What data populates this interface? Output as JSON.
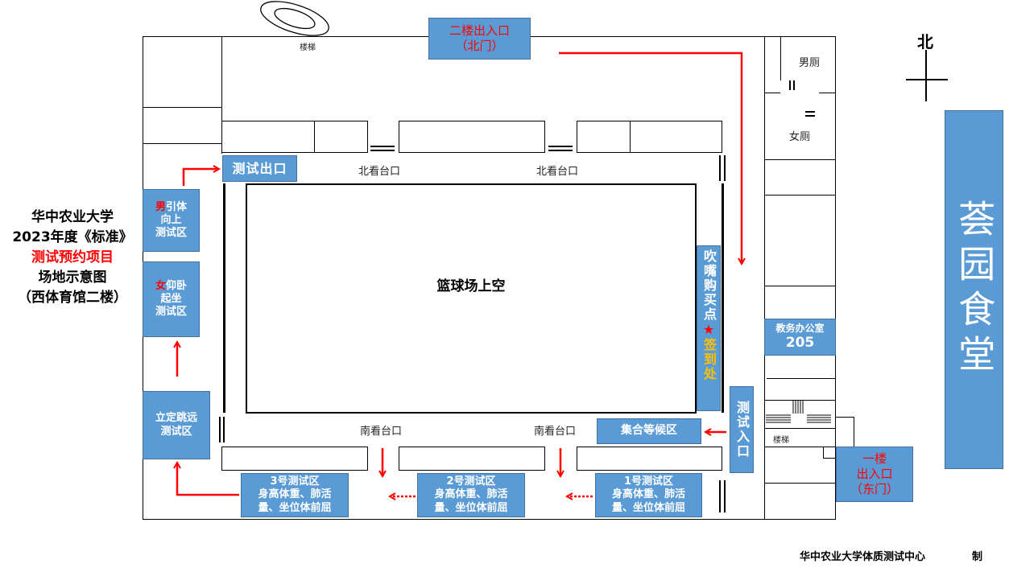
{
  "title": {
    "line1": "华中农业大学",
    "line2": "2023年度《标准》",
    "line3": "测试预约项目",
    "line4": "场地示意图",
    "line5": "（西体育馆二楼）"
  },
  "labels": {
    "stairs_top": "楼梯",
    "stairs_east": "楼梯",
    "men_toilet": "男厕",
    "women_toilet": "女厕",
    "north_stand_1": "北看台口",
    "north_stand_2": "北看台口",
    "south_stand_1": "南看台口",
    "south_stand_2": "南看台口",
    "court": "篮球场上空",
    "compass": "北",
    "footer": "华中农业大学体质测试中心",
    "footer_suffix": "制"
  },
  "boxes": {
    "north_gate": {
      "line1": "二楼出入口",
      "line2": "（北门）"
    },
    "test_exit": "测试出口",
    "pullup": {
      "prefix": "男",
      "line1": "引体",
      "line2": "向上",
      "line3": "测试区"
    },
    "situp": {
      "prefix": "女",
      "line1": "仰卧",
      "line2": "起坐",
      "line3": "测试区"
    },
    "jump": {
      "line1": "立定跳远",
      "line2": "测试区"
    },
    "zone3": {
      "line1": "3号测试区",
      "line2": "身高体重、肺活",
      "line3": "量、坐位体前屈"
    },
    "zone2": {
      "line1": "2号测试区",
      "line2": "身高体重、肺活",
      "line3": "量、坐位体前屈"
    },
    "zone1": {
      "line1": "1号测试区",
      "line2": "身高体重、肺活",
      "line3": "量、坐位体前屈"
    },
    "waiting": "集合等候区",
    "whistle": {
      "text": "吹嘴购买点",
      "star": "★",
      "checkin": "签到处"
    },
    "test_entry": "测试入口",
    "office": {
      "line1": "教务办公室",
      "line2": "205"
    },
    "east_gate": {
      "line1": "一楼",
      "line2": "出入口",
      "line3": "（东门）"
    },
    "canteen": "荟园食堂"
  },
  "colors": {
    "box": "#5b9bd5",
    "arrow": "#ff0000",
    "checkin": "#ffc000"
  }
}
